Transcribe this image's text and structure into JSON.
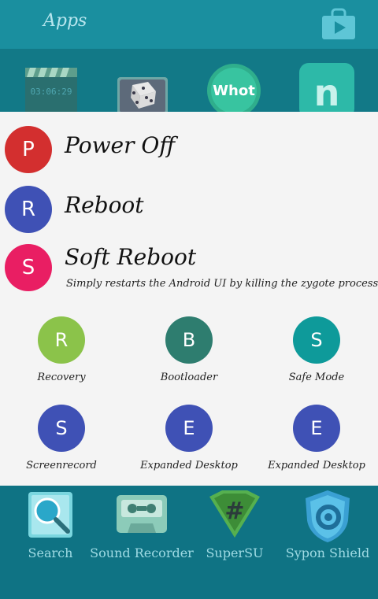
{
  "header": {
    "title": "Apps",
    "store_icon": "play-store-icon"
  },
  "top_apps": [
    {
      "name": "Clapperboard Timer",
      "icon": "clapperboard-icon",
      "time_text": "03:06:29"
    },
    {
      "name": "Dice",
      "icon": "dice-icon"
    },
    {
      "name": "Whot",
      "icon": "whot-icon",
      "text": "Whot"
    },
    {
      "name": "n app",
      "icon": "n-app-icon",
      "text": "n"
    }
  ],
  "power_menu": {
    "primary": [
      {
        "letter": "P",
        "label": "Power Off",
        "color": "#d32f2f"
      },
      {
        "letter": "R",
        "label": "Reboot",
        "color": "#3f51b5"
      },
      {
        "letter": "S",
        "label": "Soft Reboot",
        "color": "#e91e63",
        "description": "Simply restarts the Android UI by killing the zygote process"
      }
    ],
    "secondary": [
      {
        "letter": "R",
        "label": "Recovery",
        "color": "#8bc34a"
      },
      {
        "letter": "B",
        "label": "Bootloader",
        "color": "#2e7d6f"
      },
      {
        "letter": "S",
        "label": "Safe Mode",
        "color": "#0e9a9a"
      },
      {
        "letter": "S",
        "label": "Screenrecord",
        "color": "#3f51b5"
      },
      {
        "letter": "E",
        "label": "Expanded Desktop",
        "color": "#3f51b5"
      },
      {
        "letter": "E",
        "label": "Expanded Desktop",
        "color": "#3f51b5"
      }
    ]
  },
  "dock": [
    {
      "label": "Search",
      "icon": "search-icon"
    },
    {
      "label": "Sound Recorder",
      "icon": "cassette-icon"
    },
    {
      "label": "SuperSU",
      "icon": "supersu-icon"
    },
    {
      "label": "Sypon Shield",
      "icon": "shield-icon"
    }
  ],
  "colors": {
    "topbar": "#1a8f9f",
    "background": "#0f7384",
    "panel": "#f4f4f4"
  }
}
